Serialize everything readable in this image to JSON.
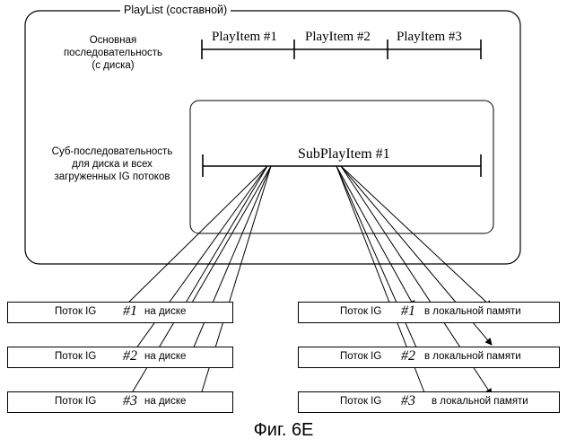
{
  "playlist": {
    "title": "PlayList (составной)"
  },
  "main_path": {
    "label_lines": [
      "Основная",
      "последовательность",
      "(с диска)"
    ],
    "items": [
      "PlayItem #1",
      "PlayItem #2",
      "PlayItem #3"
    ]
  },
  "sub_path": {
    "label_lines": [
      "Суб-последовательность",
      "для диска и всех",
      "загруженных IG потоков"
    ],
    "item": "SubPlayItem #1"
  },
  "disc_streams": [
    {
      "prefix": "Поток IG",
      "num": "#1",
      "suffix": "на диске"
    },
    {
      "prefix": "Поток IG",
      "num": "#2",
      "suffix": "на диске"
    },
    {
      "prefix": "Поток IG",
      "num": "#3",
      "suffix": "на диске"
    }
  ],
  "local_streams": [
    {
      "prefix": "Поток IG",
      "num": "#1",
      "suffix": "в локальной памяти"
    },
    {
      "prefix": "Поток IG",
      "num": "#2",
      "suffix": "в локальной памяти"
    },
    {
      "prefix": "Поток IG",
      "num": "#3",
      "suffix": "в локальной памяти"
    }
  ],
  "caption": "Фиг. 6E"
}
